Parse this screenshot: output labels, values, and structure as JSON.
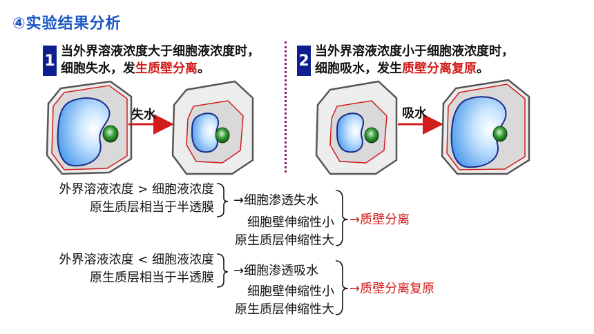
{
  "title": "④实验结果分析",
  "case1": {
    "num": "1",
    "line1": "当外界溶液浓度大于细胞液浓度时，",
    "line2_prefix": "细胞失水，发",
    "line2_red": "生质壁分离",
    "line2_suffix": "。",
    "arrow_label": "失水"
  },
  "case2": {
    "num": "2",
    "line1": "当外界溶液浓度小于细胞液浓度时，",
    "line2_prefix": "细胞吸水，发生",
    "line2_red": "质壁分离复原",
    "line2_suffix": "。",
    "arrow_label": "吸水"
  },
  "block1": {
    "cond1": "外界溶液浓度 > 细胞液浓度",
    "cond2": "原生质层相当于半透膜",
    "mid": "→细胞渗透失水",
    "prop1": "细胞壁伸缩性小",
    "prop2": "原生质层伸缩性大",
    "result": "→质壁分离"
  },
  "block2": {
    "cond1": "外界溶液浓度 < 细胞液浓度",
    "cond2": "原生质层相当于半透膜",
    "mid": "→细胞渗透吸水",
    "prop1": "细胞壁伸缩性小",
    "prop2": "原生质层伸缩性大",
    "result": "→质壁分离复原"
  },
  "colors": {
    "title": "#1a56c4",
    "accent_red": "#d21b1b",
    "num_box": "#0d1f8c",
    "divider": "#8a1a6a"
  }
}
